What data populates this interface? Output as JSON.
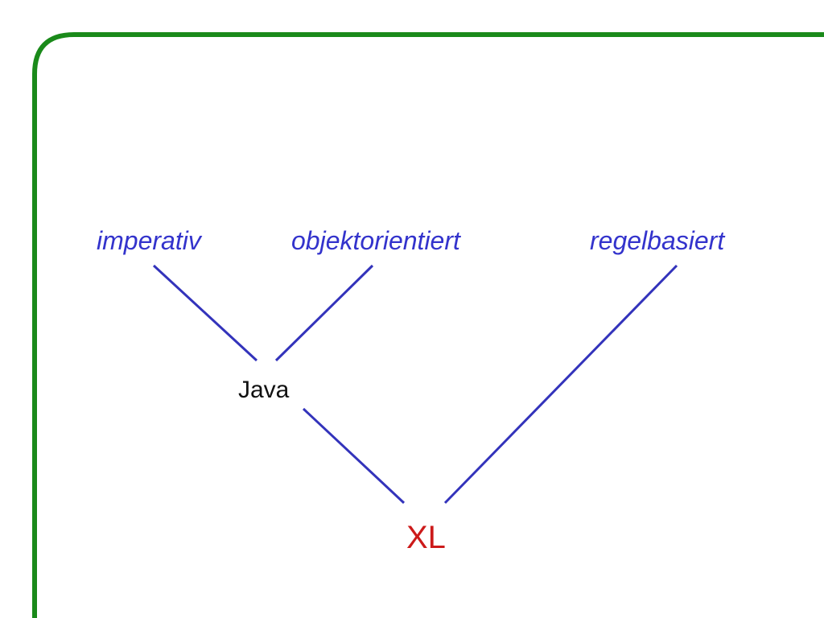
{
  "diagram": {
    "paradigms": {
      "imperative": "imperativ",
      "object_oriented": "objektorientiert",
      "rule_based": "regelbasiert"
    },
    "intermediate": "Java",
    "result": "XL"
  },
  "colors": {
    "frame": "#1a8a1a",
    "connector": "#3333bb",
    "paradigm_text": "#3333cc",
    "intermediate_text": "#111111",
    "result_text": "#cc1a1a"
  }
}
